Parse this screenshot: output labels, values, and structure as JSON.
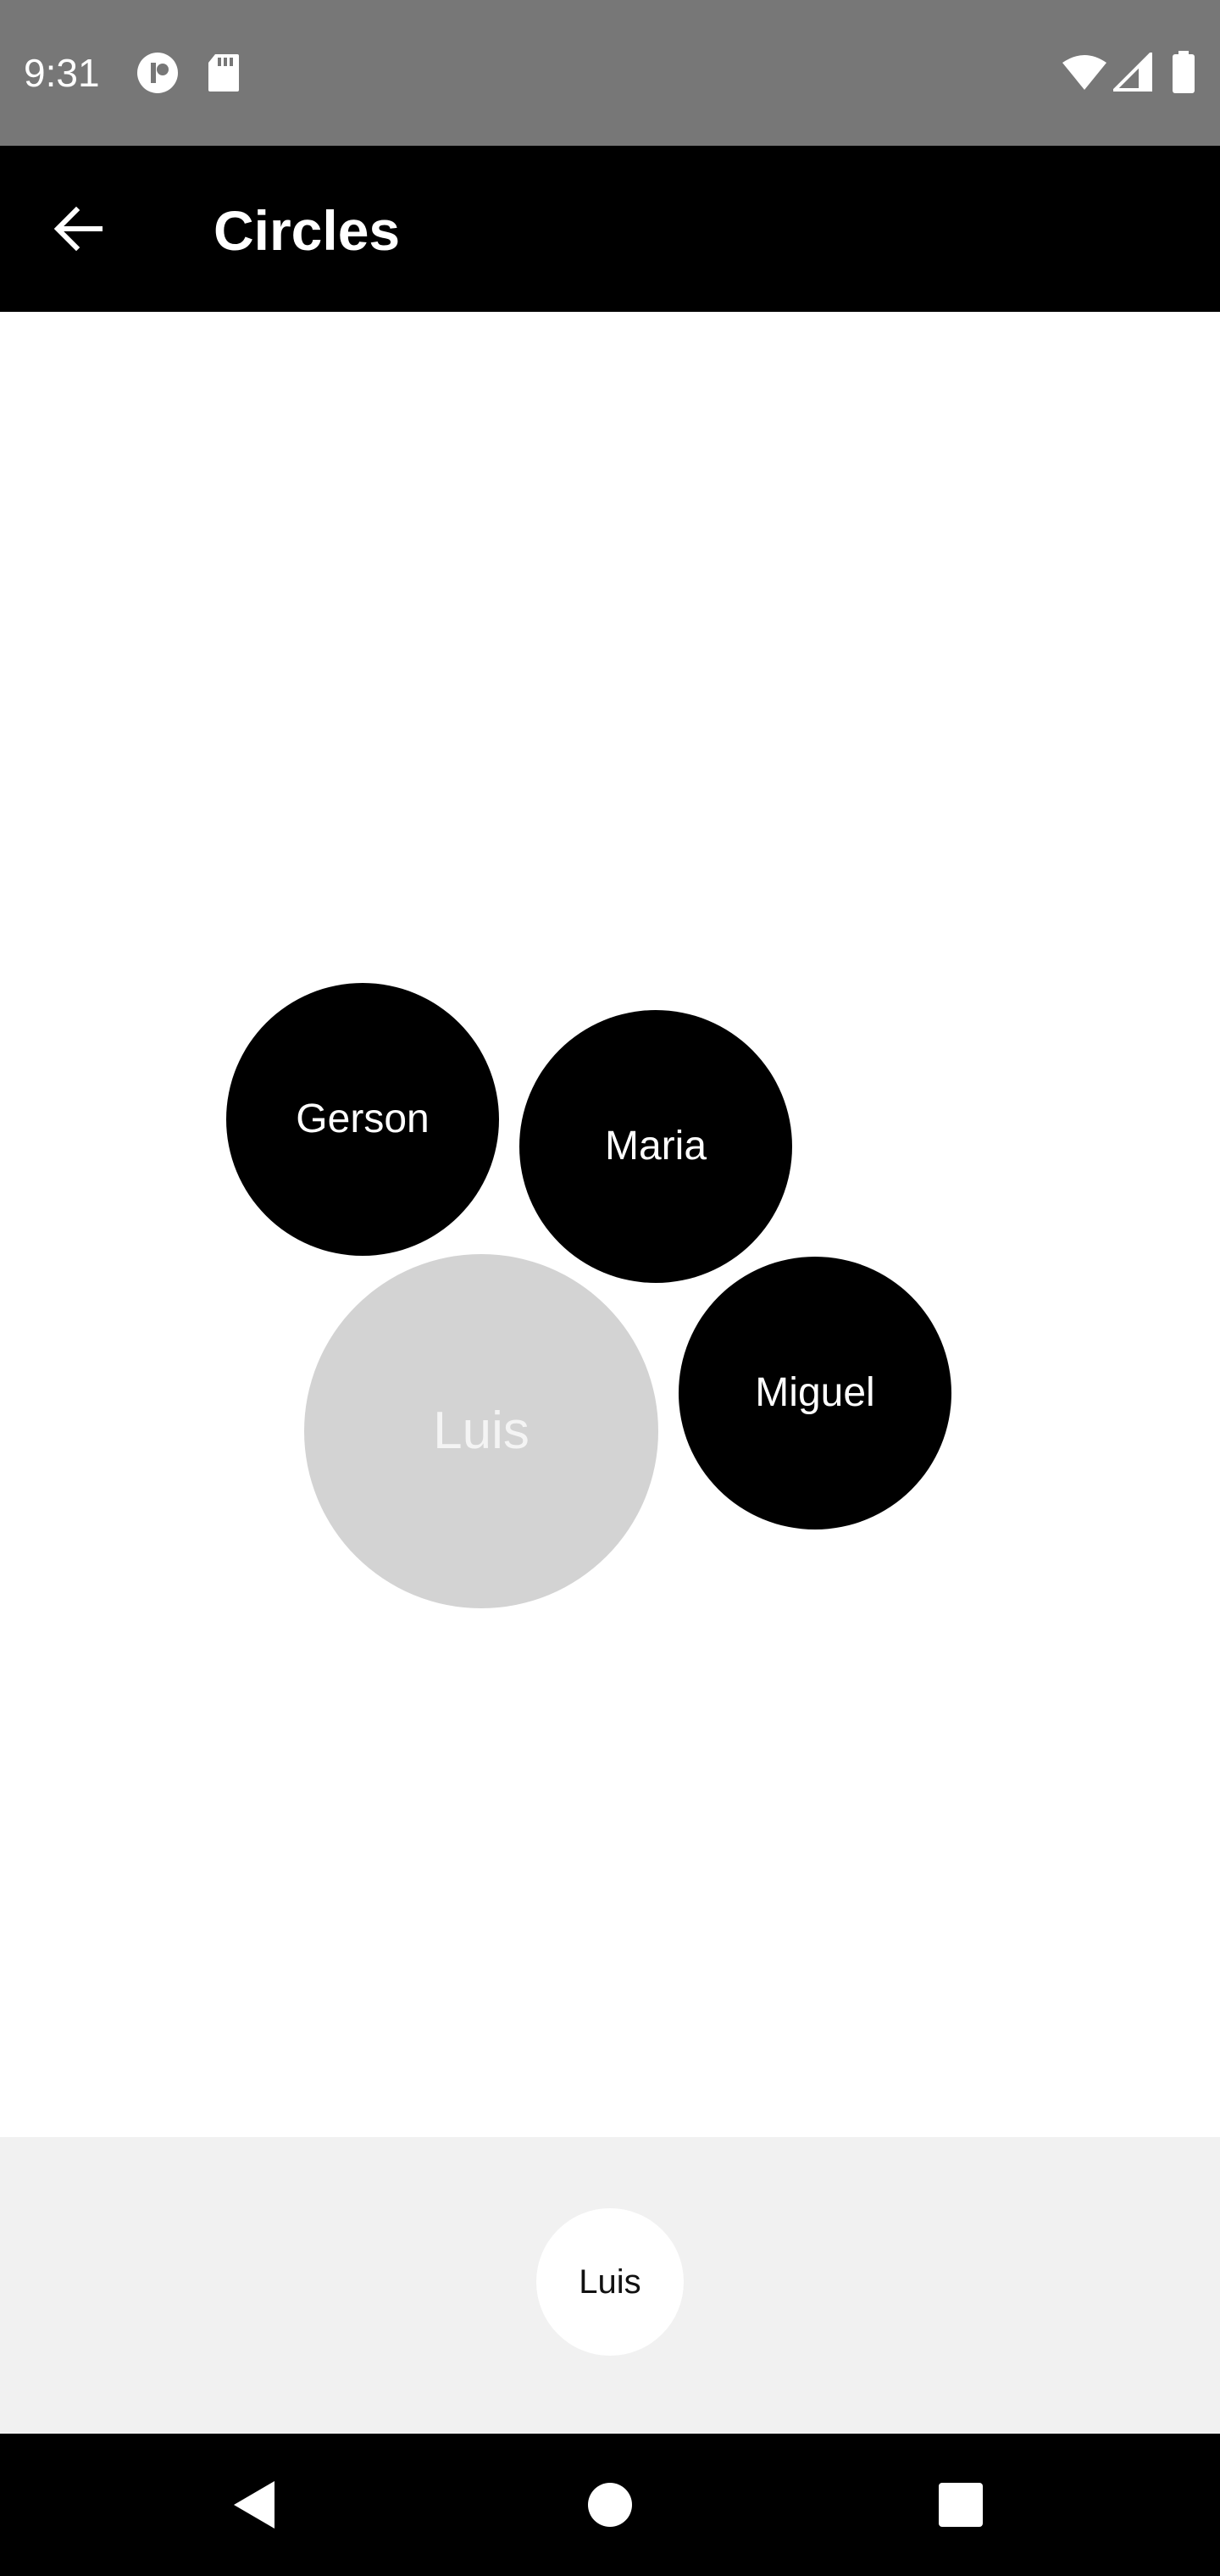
{
  "status_bar": {
    "time": "9:31",
    "icons": [
      "data-saver-icon",
      "sd-card-icon",
      "wifi-icon",
      "signal-icon",
      "battery-icon"
    ]
  },
  "app_bar": {
    "title": "Circles",
    "back_icon": "arrow-back-icon"
  },
  "circles": [
    {
      "name": "Gerson",
      "state": "default"
    },
    {
      "name": "Maria",
      "state": "default"
    },
    {
      "name": "Luis",
      "state": "selected"
    },
    {
      "name": "Miguel",
      "state": "default"
    }
  ],
  "tray": {
    "selected_label": "Luis"
  },
  "nav_bar": {
    "icons": [
      "back-triangle-icon",
      "home-circle-icon",
      "recents-square-icon"
    ]
  },
  "colors": {
    "status_bar": "#777777",
    "app_bar": "#000000",
    "circle_default": "#000000",
    "circle_selected": "#d3d3d3",
    "tray_background": "#f1f1f1",
    "nav_bar": "#000000"
  }
}
